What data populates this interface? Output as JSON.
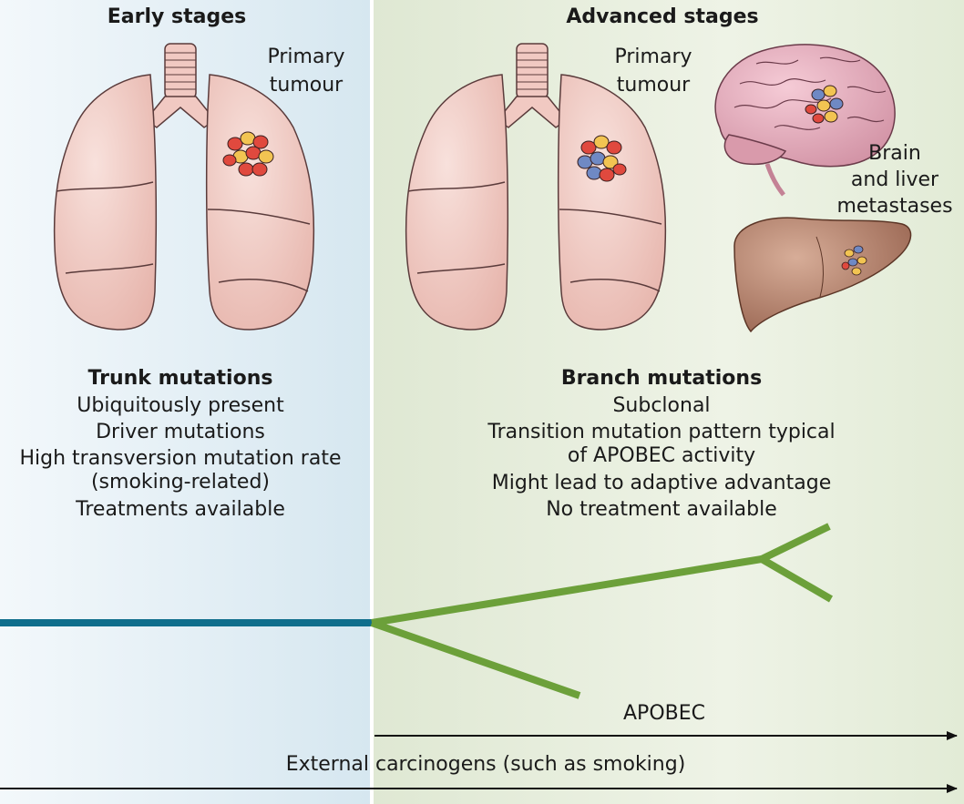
{
  "panels": {
    "early": {
      "title": "Early stages",
      "organ_label": [
        "Primary",
        "tumour"
      ],
      "heading": "Trunk mutations",
      "features": [
        "Ubiquitously present",
        "Driver mutations",
        "High transversion mutation rate",
        "(smoking-related)",
        "Treatments available"
      ],
      "background_color": "#dbe9f1"
    },
    "advanced": {
      "title": "Advanced stages",
      "organ_label": [
        "Primary",
        "tumour"
      ],
      "metastasis_label": [
        "Brain",
        "and liver",
        "metastases"
      ],
      "heading": "Branch mutations",
      "features": [
        "Subclonal",
        "Transition mutation pattern typical",
        "of APOBEC activity",
        "Might lead to adaptive advantage",
        "No treatment available"
      ],
      "background_color": "#e6eedc"
    }
  },
  "tree": {
    "trunk_color": "#0f6e8c",
    "branch_color": "#6ca03a"
  },
  "arrows": {
    "apobec_label": "APOBEC",
    "carcinogens_label": "External carcinogens (such as smoking)"
  },
  "colors": {
    "lung_fill": "#f1c9c2",
    "lung_stroke": "#5a3b3b",
    "liver_fill": "#b0806b",
    "brain_fill": "#e6aebf"
  }
}
